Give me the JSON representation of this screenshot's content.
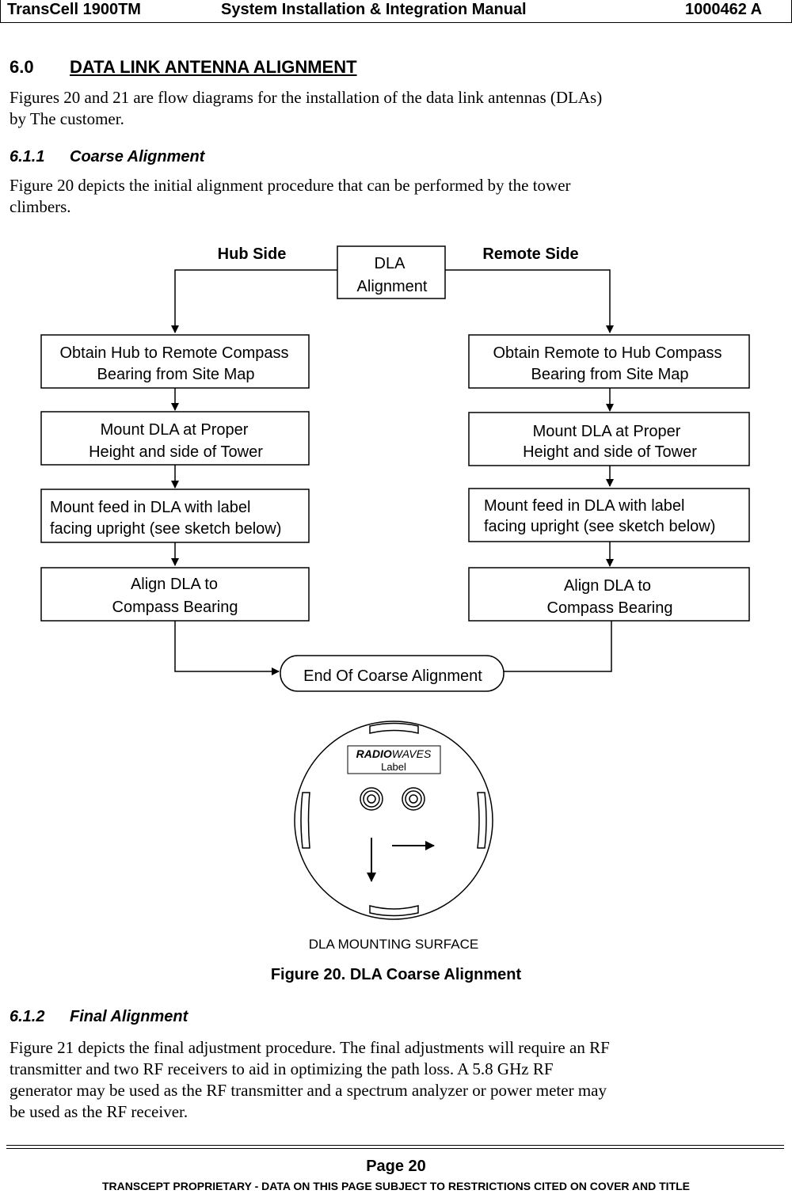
{
  "header": {
    "product": "TransCell 1900TM",
    "title": "System Installation & Integration Manual",
    "doc_number": "1000462 A"
  },
  "section": {
    "number": "6.0",
    "title": "DATA LINK ANTENNA ALIGNMENT",
    "intro_line1": "Figures 20 and 21 are flow diagrams for the installation of the data link antennas (DLAs)",
    "intro_line2": "by The customer."
  },
  "coarse": {
    "number": "6.1.1",
    "title": "Coarse Alignment",
    "line1": "Figure 20 depicts the initial alignment procedure that can be performed by the tower",
    "line2": "climbers."
  },
  "flow": {
    "hub_side": "Hub Side",
    "remote_side": "Remote Side",
    "start_line1": "DLA",
    "start_line2": "Alignment",
    "hub_steps": [
      [
        "Obtain Hub to Remote Compass",
        "Bearing from Site Map"
      ],
      [
        "Mount DLA at Proper",
        "Height and side of Tower"
      ],
      [
        "Mount feed in DLA with label",
        "facing upright (see sketch below)"
      ],
      [
        "Align DLA to",
        "Compass Bearing"
      ]
    ],
    "remote_steps": [
      [
        "Obtain Remote to Hub Compass",
        "Bearing from Site Map"
      ],
      [
        "Mount DLA at Proper",
        "Height and side of Tower"
      ],
      [
        "Mount feed in DLA with label",
        "facing upright (see sketch below)"
      ],
      [
        "Align DLA to",
        "Compass Bearing"
      ]
    ],
    "end": "End Of Coarse Alignment"
  },
  "sketch": {
    "brand_bold": "RADIO",
    "brand_italic": "WAVES",
    "label": "Label",
    "surface": "DLA MOUNTING SURFACE"
  },
  "figure_caption": "Figure 20. DLA Coarse Alignment",
  "final": {
    "number": "6.1.2",
    "title": "Final Alignment",
    "line1": "Figure 21 depicts the final adjustment procedure. The final adjustments will require an RF",
    "line2": "transmitter and two RF receivers to aid in optimizing the path loss. A 5.8 GHz RF",
    "line3": "generator may be used as the RF transmitter and a spectrum analyzer or power meter may",
    "line4": "be used as the RF receiver."
  },
  "footer": {
    "page": "Page 20",
    "notice": "TRANSCEPT PROPRIETARY - DATA ON THIS PAGE SUBJECT TO RESTRICTIONS CITED ON COVER AND TITLE"
  }
}
